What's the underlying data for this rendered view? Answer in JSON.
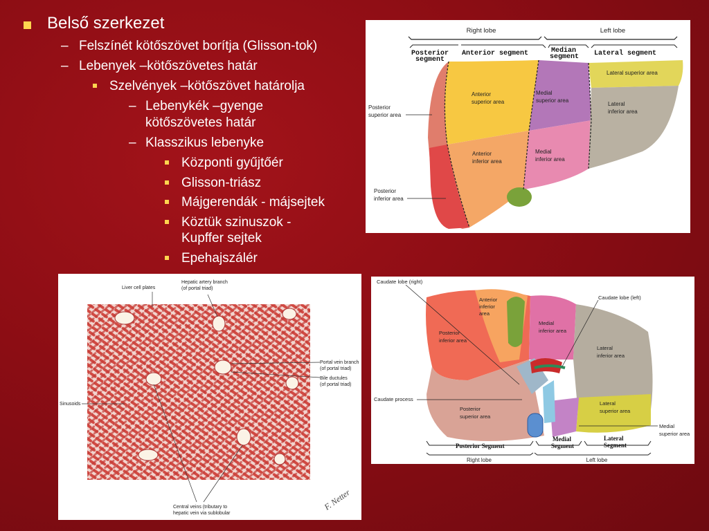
{
  "bullets": {
    "b1": "Belső szerkezet",
    "b2": "Felszínét kötőszövet borítja (Glisson-tok)",
    "b3": "Lebenyek –kötőszövetes határ",
    "b4": "Szelvények –kötőszövet határolja",
    "b5a": "Lebenykék –gyenge",
    "b5b": "kötőszövetes határ",
    "b6": "Klasszikus lebenyke",
    "b7": "Központi gyűjtőér",
    "b8": "Glisson-triász",
    "b9": "Májgerendák - májsejtek",
    "b10a": "Köztük szinuszok  -",
    "b10b": "Kupffer sejtek",
    "b11": "Epehajszálér"
  },
  "diagram1": {
    "right_lobe": "Right lobe",
    "left_lobe": "Left lobe",
    "posterior_segment_1": "Posterior",
    "posterior_segment_2": "segment",
    "anterior_segment": "Anterior segment",
    "median_segment_1": "Median",
    "median_segment_2": "segment",
    "lateral_segment": "Lateral segment",
    "lateral_superior_area": "Lateral superior area",
    "anterior_superior_1": "Anterior",
    "anterior_superior_2": "superior area",
    "medial_superior_1": "Medial",
    "medial_superior_2": "superior area",
    "posterior_superior_1": "Posterior",
    "posterior_superior_2": "superior area",
    "lateral_inferior_1": "Lateral",
    "lateral_inferior_2": "inferior area",
    "anterior_inferior_1": "Anterior",
    "anterior_inferior_2": "inferior area",
    "medial_inferior_1": "Medial",
    "medial_inferior_2": "inferior area",
    "posterior_inferior_1": "Posterior",
    "posterior_inferior_2": "inferior area"
  },
  "diagram2": {
    "liver_cell_plates": "Liver cell plates",
    "hepatic_artery_1": "Hepatic artery  branch",
    "hepatic_artery_2": "(of portal triad)",
    "portal_vein_1": "Portal vein branch",
    "portal_vein_2": "(of portal triad)",
    "bile_ductules_1": "Bile ductules",
    "bile_ductules_2": "(of portal triad)",
    "sinusoids": "Sinusoids",
    "central_veins_1": "Central veins (tributary to",
    "central_veins_2": "hepatic vein via sublobular",
    "signature": "F. Netter"
  },
  "diagram3": {
    "caudate_right": "Caudate lobe (right)",
    "anterior_inferior_1": "Anterior",
    "anterior_inferior_2": "inferior",
    "anterior_inferior_3": "area",
    "caudate_left": "Caudate lobe (left)",
    "medial_inferior_1": "Medial",
    "medial_inferior_2": "inferior area",
    "posterior_inferior_1": "Posterior",
    "posterior_inferior_2": "inferior area",
    "lateral_inferior_1": "Lateral",
    "lateral_inferior_2": "inferior area",
    "caudate_process": "Caudate process",
    "posterior_superior_1": "Posterior",
    "posterior_superior_2": "superior area",
    "lateral_superior_1": "Lateral",
    "lateral_superior_2": "superior area",
    "medial_superior_1": "Medial",
    "medial_superior_2": "superior area",
    "posterior_segment": "Posterior Segment",
    "medial_segment_1": "Medial",
    "medial_segment_2": "Segment",
    "lateral_segment_1": "Lateral",
    "lateral_segment_2": "Segment",
    "right_lobe": "Right lobe",
    "left_lobe": "Left lobe"
  },
  "colors": {
    "background": "#8c0d14",
    "bullet": "#ffd54f",
    "text": "#ffffff"
  }
}
